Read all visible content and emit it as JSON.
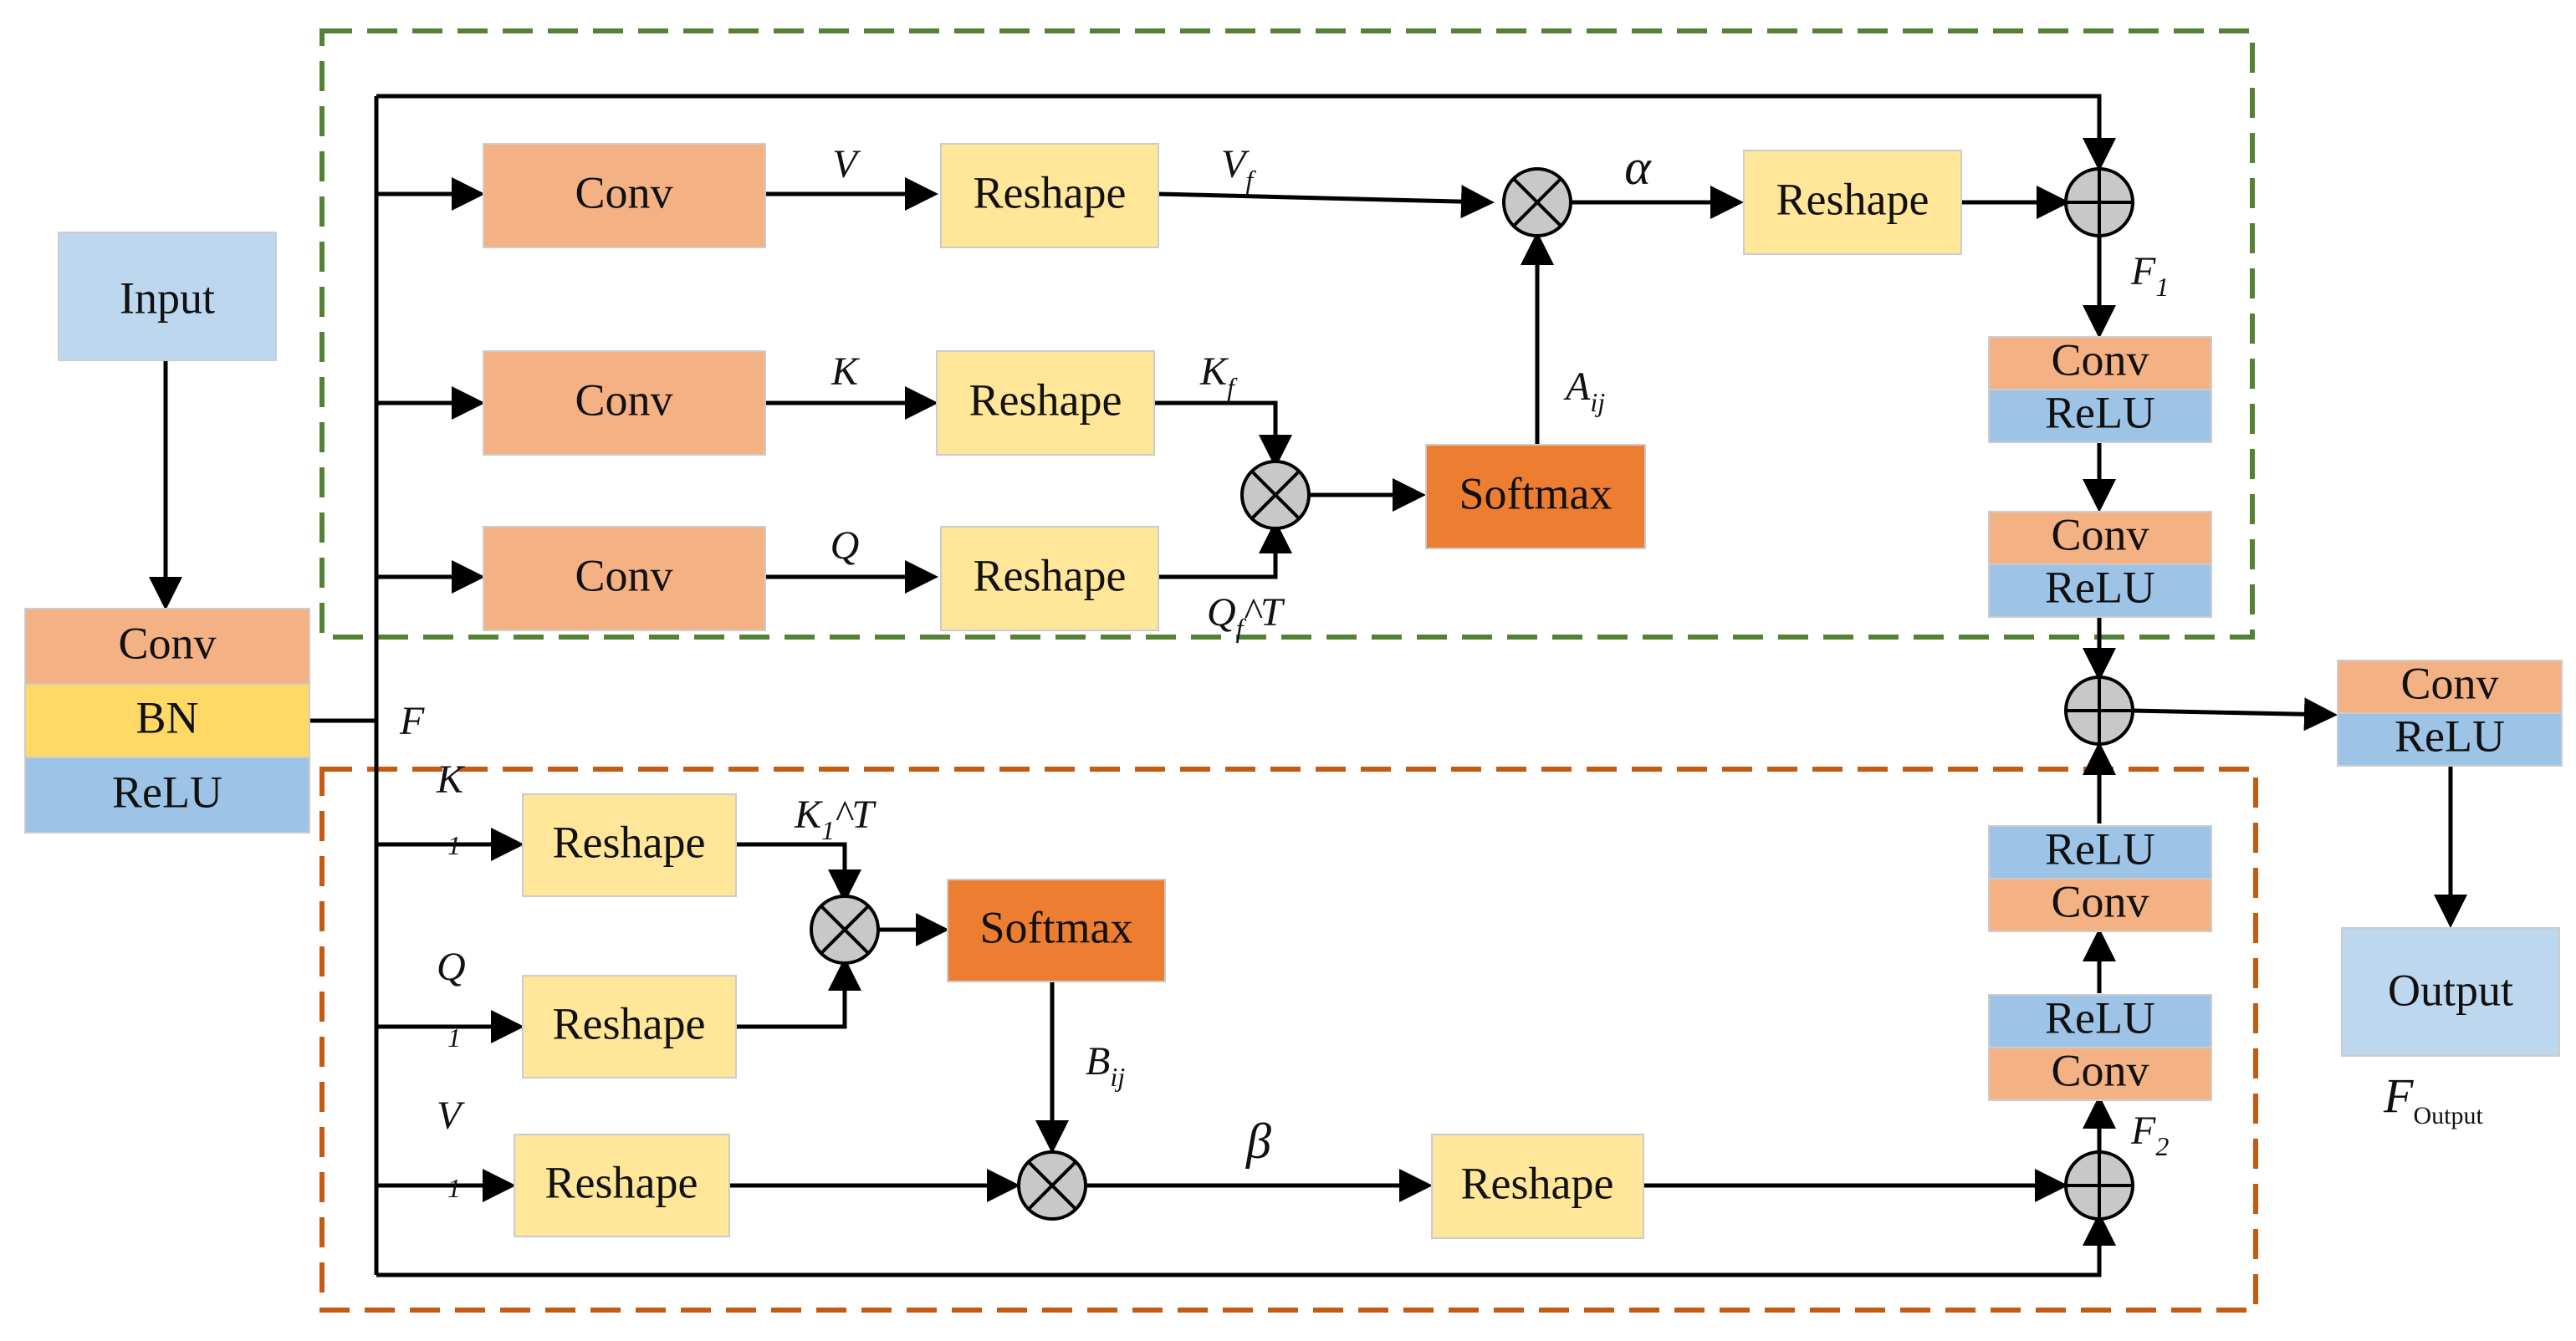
{
  "colors": {
    "conv": "#f4b183",
    "bn": "#ffd966",
    "relu": "#9dc3e6",
    "reshape": "#ffe699",
    "softmax": "#ed7d31",
    "io": "#bdd7ee",
    "circle": "#c8c8c8",
    "green_dash": "#548235",
    "orange_dash": "#c55a11"
  },
  "blocks": {
    "input": "Input",
    "output": "Output",
    "conv": "Conv",
    "bn": "BN",
    "relu": "ReLU",
    "reshape": "Reshape",
    "softmax": "Softmax"
  },
  "labels": {
    "F": "F",
    "V": "V",
    "K": "K",
    "Q": "Q",
    "f": "f",
    "ij": "ij",
    "one": "1",
    "two": "2",
    "T": "^T",
    "A": "A",
    "B": "B",
    "alpha": "α",
    "beta": "β",
    "Output_sub": "Output"
  }
}
